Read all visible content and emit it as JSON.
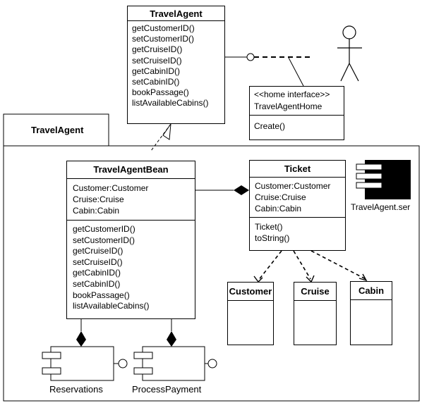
{
  "travel_agent_interface": {
    "name": "TravelAgent",
    "methods": [
      "getCustomerID()",
      "setCustomerID()",
      "getCruiseID()",
      "setCruiseID()",
      "getCabinID()",
      "setCabinID()",
      "bookPassage()",
      "listAvailableCabins()"
    ]
  },
  "package": {
    "name": "TravelAgent"
  },
  "home_interface": {
    "stereotype": "<<home interface>>",
    "name": "TravelAgentHome",
    "methods": [
      "Create()"
    ]
  },
  "bean": {
    "name": "TravelAgentBean",
    "attributes": [
      "Customer:Customer",
      "Cruise:Cruise",
      "Cabin:Cabin"
    ],
    "methods": [
      "getCustomerID()",
      "setCustomerID()",
      "getCruiseID()",
      "setCruiseID()",
      "getCabinID()",
      "setCabinID()",
      "bookPassage()",
      "listAvailableCabins()"
    ]
  },
  "ticket": {
    "name": "Ticket",
    "attributes": [
      "Customer:Customer",
      "Cruise:Cruise",
      "Cabin:Cabin"
    ],
    "methods": [
      "Ticket()",
      "toString()"
    ]
  },
  "artifact": {
    "label": "TravelAgent.ser"
  },
  "entities": [
    {
      "name": "Customer"
    },
    {
      "name": "Cruise"
    },
    {
      "name": "Cabin"
    }
  ],
  "components": [
    {
      "name": "Reservations"
    },
    {
      "name": "ProcessPayment"
    }
  ]
}
